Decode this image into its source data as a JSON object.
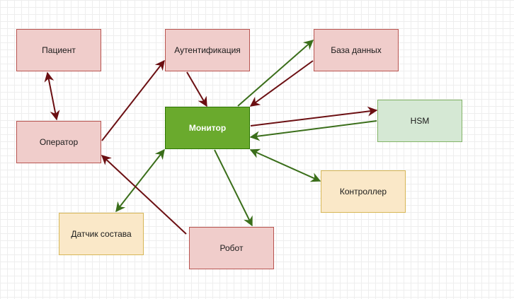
{
  "colors": {
    "edge_red": "#6b0f12",
    "edge_green": "#3a6e1a"
  },
  "nodes": {
    "patient": "Пациент",
    "auth": "Аутентификация",
    "db": "База данных",
    "operator": "Оператор",
    "monitor": "Монитор",
    "hsm": "HSM",
    "controller": "Контроллер",
    "sensor": "Датчик состава",
    "robot": "Робот"
  },
  "edges": [
    {
      "from": "patient",
      "to": "operator",
      "color": "red",
      "bidirectional": true
    },
    {
      "from": "operator",
      "to": "auth",
      "color": "red",
      "bidirectional": false
    },
    {
      "from": "auth",
      "to": "monitor",
      "color": "red",
      "bidirectional": false
    },
    {
      "from": "monitor",
      "to": "db",
      "color": "green",
      "bidirectional": false
    },
    {
      "from": "db",
      "to": "monitor",
      "color": "red",
      "bidirectional": false
    },
    {
      "from": "monitor",
      "to": "hsm",
      "color": "red",
      "bidirectional": false
    },
    {
      "from": "hsm",
      "to": "monitor",
      "color": "green",
      "bidirectional": false
    },
    {
      "from": "monitor",
      "to": "controller",
      "color": "green",
      "bidirectional": true
    },
    {
      "from": "sensor",
      "to": "monitor",
      "color": "green",
      "bidirectional": true
    },
    {
      "from": "monitor",
      "to": "robot",
      "color": "green",
      "bidirectional": false
    },
    {
      "from": "robot",
      "to": "operator",
      "color": "red",
      "bidirectional": false
    }
  ]
}
